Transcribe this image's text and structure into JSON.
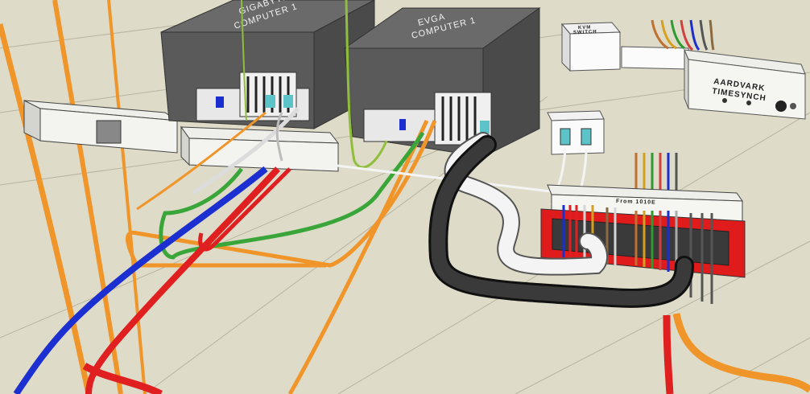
{
  "scene": {
    "computers": [
      {
        "id": "gigabyte",
        "line1": "GIGABYTE",
        "line2": "COMPUTER 1"
      },
      {
        "id": "evga",
        "line1": "EVGA",
        "line2": "COMPUTER 1"
      }
    ],
    "kvm_switch": {
      "line1": "KVM",
      "line2": "SWITCH"
    },
    "timesynch": {
      "line1": "AARDVARK",
      "line2": "TIMESYNCH"
    },
    "panel_label": "From 1010E",
    "colors": {
      "background": "#dedbc8",
      "orange_cable": "#f0952a",
      "red_cable": "#e02020",
      "blue_cable": "#1c2fd0",
      "green_cable": "#3aa63a",
      "black_cable": "#1a1a1a",
      "white_cable": "#f4f4f4",
      "computer_case": "#5a5a5a",
      "panel_red": "#e01b1b"
    }
  }
}
